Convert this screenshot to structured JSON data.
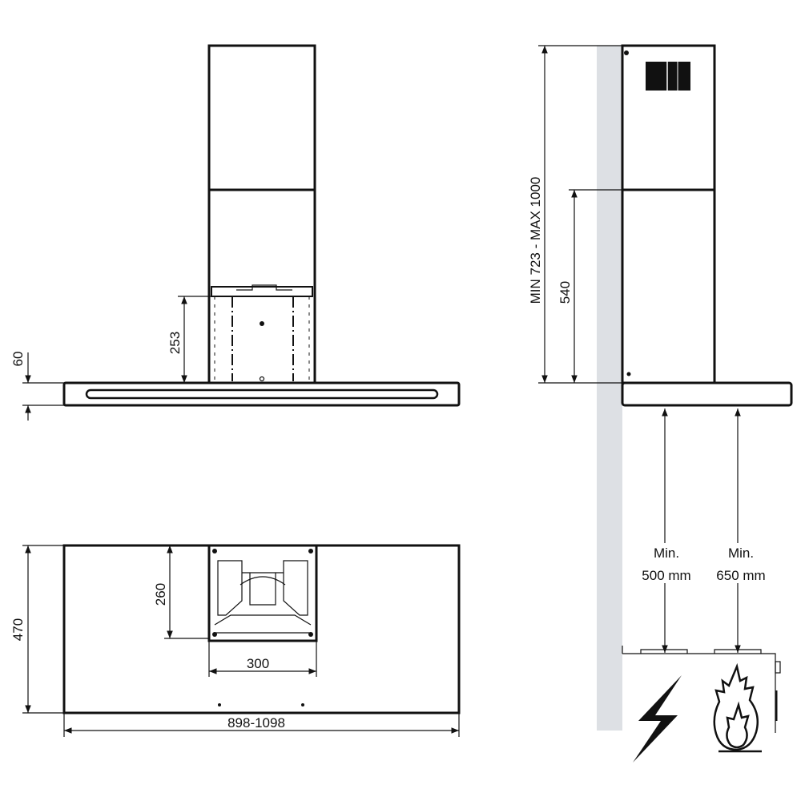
{
  "front_view": {
    "dim_canopy_height": "60",
    "dim_bracket_height": "253"
  },
  "top_view": {
    "dim_depth": "470",
    "dim_motor_depth": "260",
    "dim_motor_width": "300",
    "dim_width": "898-1098"
  },
  "side_view": {
    "dim_total_height": "MIN 723 - MAX 1000",
    "dim_lower_chimney": "540",
    "electric": {
      "label": "Min.",
      "value": "500 mm"
    },
    "gas": {
      "label": "Min.",
      "value": "650 mm"
    }
  },
  "icons": [
    "lightning-bolt-icon",
    "flame-icon"
  ],
  "colors": {
    "line": "#111111",
    "wall": "#dde0e4"
  }
}
